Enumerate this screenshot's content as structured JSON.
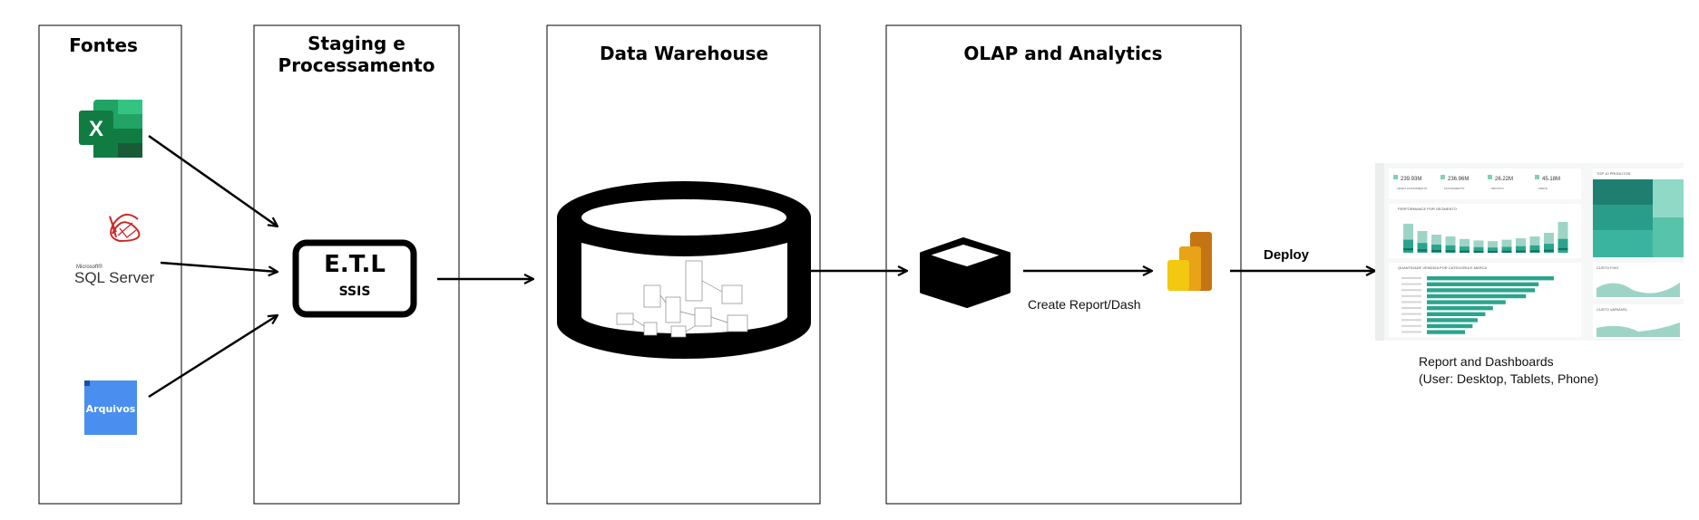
{
  "columns": {
    "sources": "Fontes",
    "staging_line1": "Staging e",
    "staging_line2": "Processamento",
    "warehouse": "Data Warehouse",
    "olap": "OLAP and Analytics"
  },
  "sources": {
    "excel_letter": "X",
    "sql_small": "Microsoft®",
    "sql_label": "SQL Server",
    "files_label": "Arquivos"
  },
  "etl": {
    "title": "E.T.L",
    "subtitle": "SSIS"
  },
  "labels": {
    "create_report": "Create Report/Dash",
    "deploy": "Deploy",
    "report_line1": "Report and Dashboards",
    "report_line2": "(User: Desktop, Tablets, Phone)"
  },
  "dashboard": {
    "kpis": [
      {
        "value": "239.93M",
        "label": "VENDA FATURAMENTO"
      },
      {
        "value": "236.96M",
        "label": "FATURAMENTO"
      },
      {
        "value": "26.22M",
        "label": "IMPOSTO"
      },
      {
        "value": "45.18M",
        "label": "FRETE"
      }
    ],
    "top_title": "TOP 10 PRODUTOS",
    "segment_title": "PERFORMANCE POR SEGMENTO",
    "category_title": "QUANTIDADE VENDIDA POR CATEGORIA E MARCA",
    "fixed_cost_title": "CUSTO FIXO",
    "variable_cost_title": "CUSTO VARIÁVEL",
    "bar_fractions": [
      1.0,
      0.88,
      0.85,
      0.78,
      0.62,
      0.52,
      0.46,
      0.4,
      0.36,
      0.3
    ],
    "column_fractions": [
      0.8,
      0.6,
      0.5,
      0.45,
      0.38,
      0.34,
      0.32,
      0.36,
      0.4,
      0.45,
      0.55,
      0.85
    ]
  },
  "colors": {
    "excel_dark": "#185c37",
    "excel_mid": "#21a366",
    "excel_light": "#33c481",
    "sql_red": "#cc2927",
    "files_blue": "#4a8ef0",
    "powerbi_yellow": "#f2c811",
    "powerbi_orange": "#e8a317",
    "teal": "#2aa58d"
  }
}
